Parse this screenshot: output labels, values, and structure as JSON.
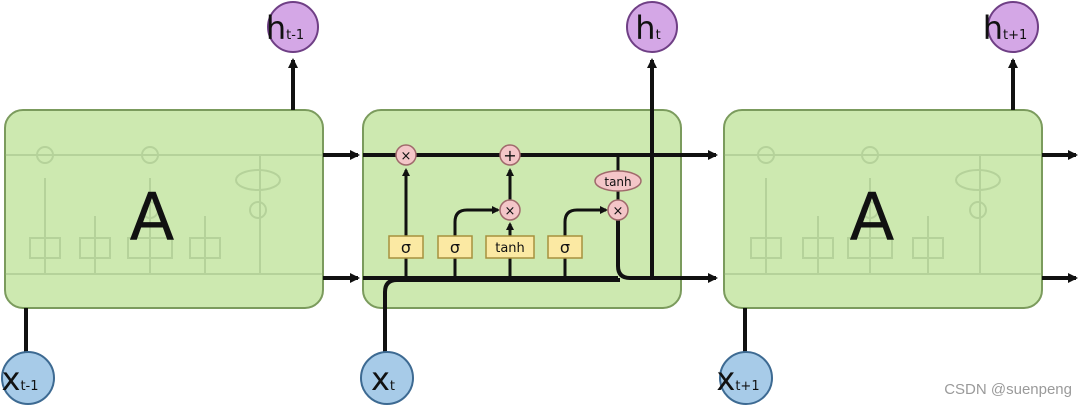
{
  "cells": [
    {
      "id": "prev",
      "label": "A",
      "input": {
        "main": "x",
        "sub": "t-1"
      },
      "output": {
        "main": "h",
        "sub": "t-1"
      }
    },
    {
      "id": "curr",
      "input": {
        "main": "x",
        "sub": "t"
      },
      "output": {
        "main": "h",
        "sub": "t"
      }
    },
    {
      "id": "next",
      "label": "A",
      "input": {
        "main": "x",
        "sub": "t+1"
      },
      "output": {
        "main": "h",
        "sub": "t+1"
      }
    }
  ],
  "gates": {
    "sigma": "σ",
    "tanh": "tanh",
    "multiply": "×",
    "add": "+"
  },
  "watermark": "CSDN @suenpeng",
  "colors": {
    "cell_fill": "#cde9b0",
    "cell_stroke": "#7b9b5d",
    "gate_fill": "#fbe9a3",
    "gate_stroke": "#a6913e",
    "op_fill": "#f4c6c8",
    "op_stroke": "#a06a6c",
    "x_fill": "#a7cbe8",
    "x_stroke": "#3d6a92",
    "h_fill": "#d4a7e6",
    "h_stroke": "#6f3f85",
    "line": "#111111"
  }
}
